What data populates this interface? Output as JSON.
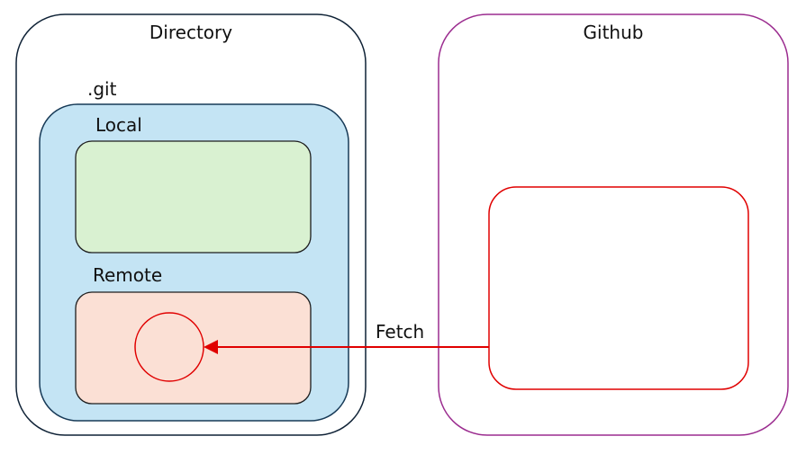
{
  "diagram": {
    "directory_label": "Directory",
    "git_label": ".git",
    "local_label": "Local",
    "remote_label": "Remote",
    "github_label": "Github",
    "fetch_label": "Fetch"
  },
  "colors": {
    "directory_border": "#0f2236",
    "github_border": "#9b2c8f",
    "git_fill": "#c4e4f4",
    "git_border": "#173a57",
    "local_fill": "#d9f1d1",
    "remote_fill": "#fbe0d5",
    "inner_border": "#1d1d1d",
    "fetch_red": "#e00000"
  }
}
